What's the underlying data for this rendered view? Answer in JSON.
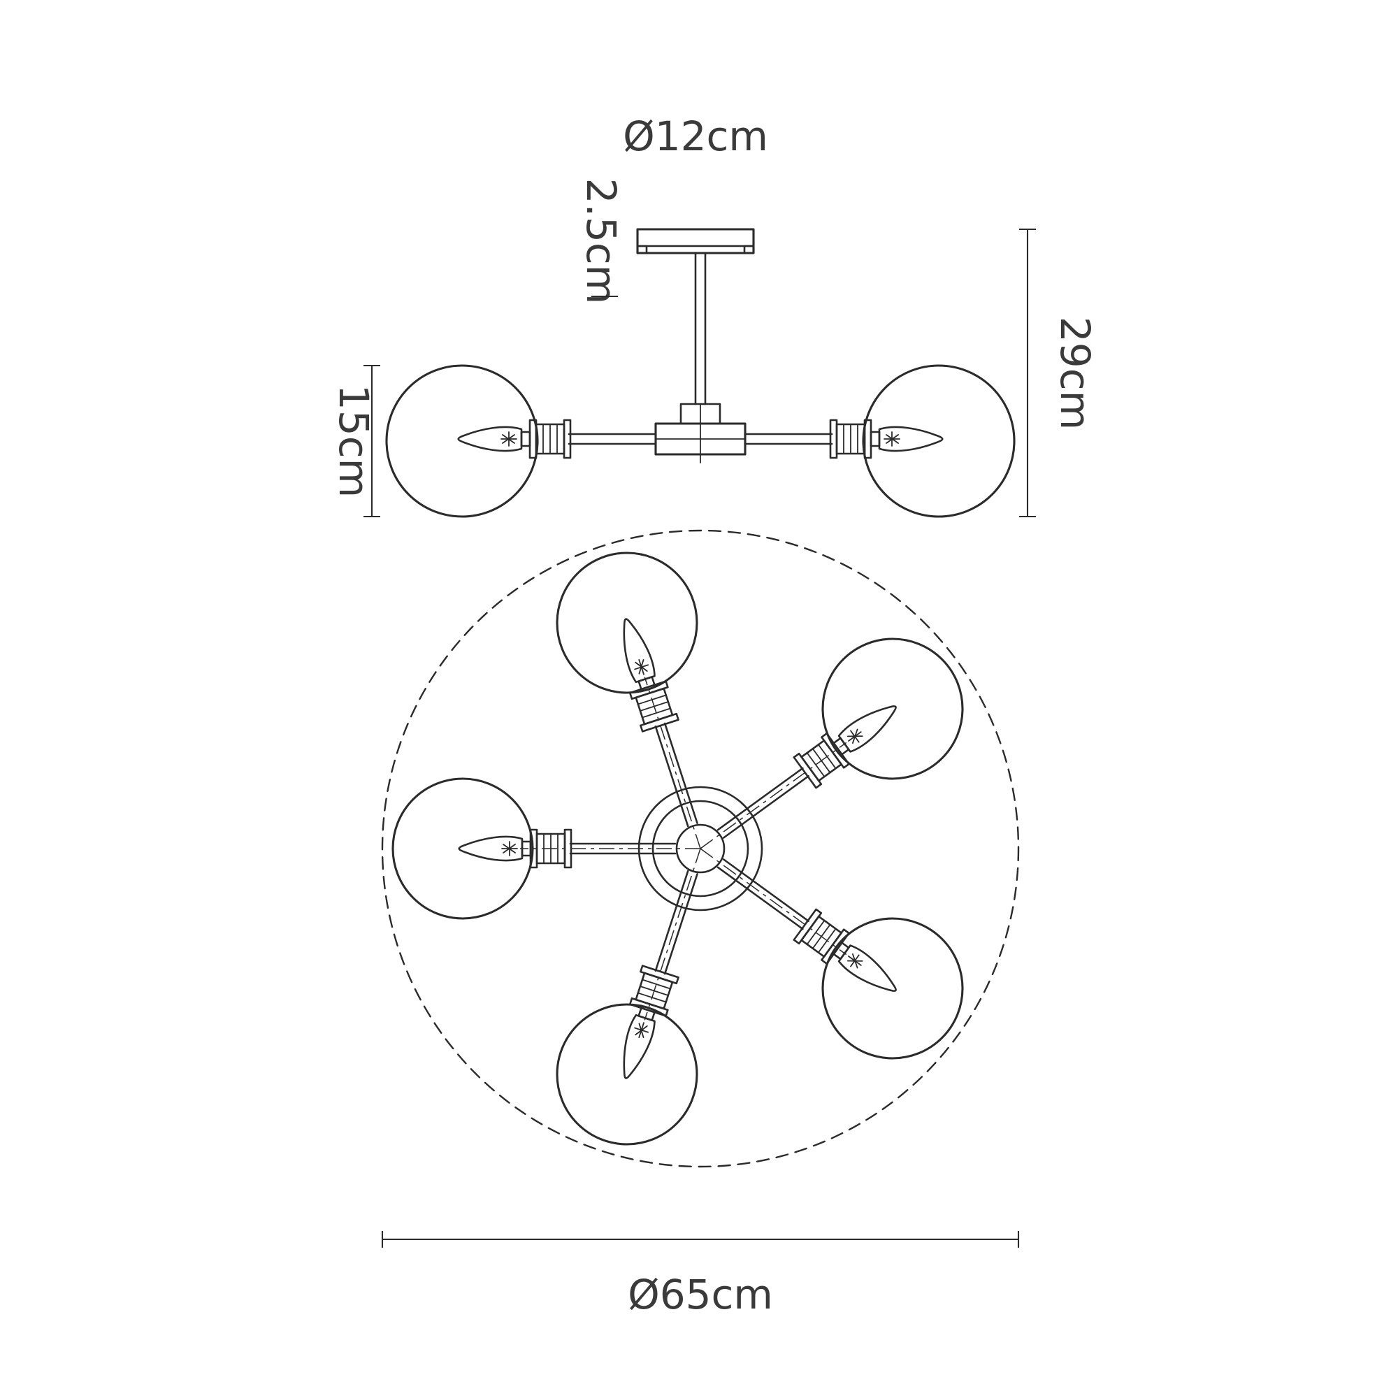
{
  "colors": {
    "background": "#ffffff",
    "line": "#2b2b2b",
    "text": "#3a3a3a"
  },
  "side_view": {
    "labels": {
      "canopy_diameter": "Ø12cm",
      "canopy_height": "2.5cm",
      "overall_height": "29cm",
      "shade_height": "15cm"
    }
  },
  "plan_view": {
    "labels": {
      "overall_diameter": "Ø65cm"
    }
  }
}
